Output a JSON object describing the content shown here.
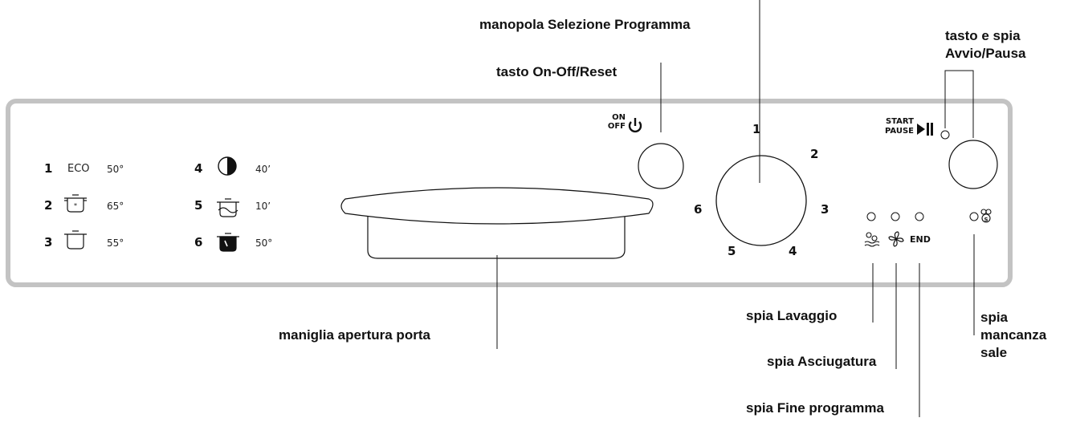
{
  "labels": {
    "programme_knob": "manopola Selezione Programma",
    "start_pause": "tasto e spia\nAvvio/Pausa",
    "on_off": "tasto On-Off/Reset",
    "handle": "maniglia apertura porta",
    "wash_light": "spia Lavaggio",
    "dry_light": "spia Asciugatura",
    "end_light": "spia Fine programma",
    "salt_light": "spia\nmancanza\nsale"
  },
  "panel": {
    "on_text": "ON",
    "off_text": "OFF",
    "start_text": "START",
    "pause_text": "PAUSE",
    "end_text": "END"
  },
  "dial_numbers": [
    "1",
    "2",
    "3",
    "4",
    "5",
    "6"
  ],
  "programmes": [
    {
      "num": "1",
      "name": "ECO",
      "value": "50°",
      "icon": "eco-text"
    },
    {
      "num": "2",
      "name": "",
      "value": "65°",
      "icon": "pot-intensive-icon"
    },
    {
      "num": "3",
      "name": "",
      "value": "55°",
      "icon": "pot-icon"
    },
    {
      "num": "4",
      "name": "",
      "value": "40’",
      "icon": "half-load-clock-icon"
    },
    {
      "num": "5",
      "name": "",
      "value": "10’",
      "icon": "pot-rinse-icon"
    },
    {
      "num": "6",
      "name": "",
      "value": "50°",
      "icon": "pot-delicate-icon"
    }
  ],
  "colors": {
    "panel_border": "#c3c3c3",
    "line": "#111111"
  }
}
